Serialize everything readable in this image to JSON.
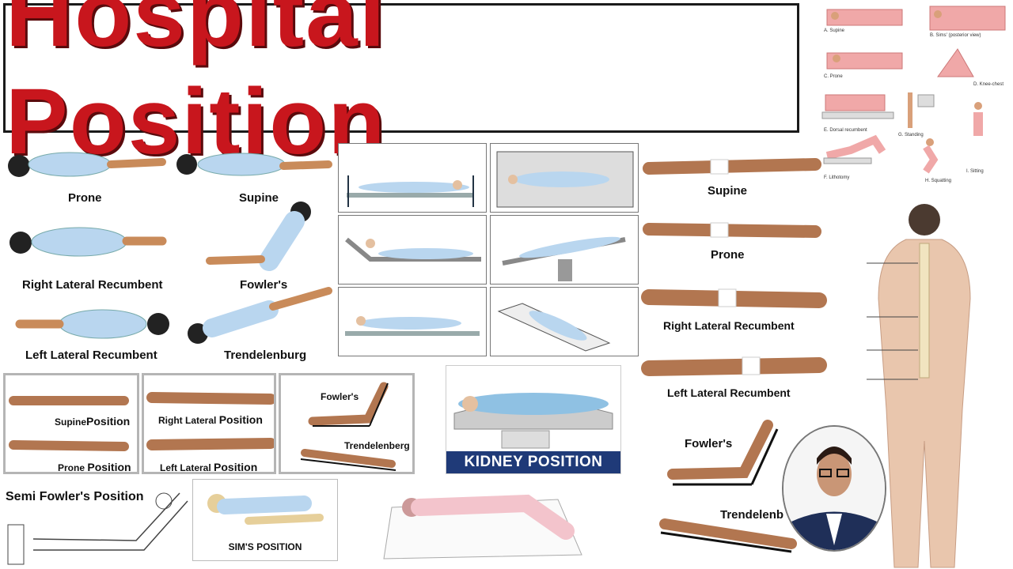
{
  "title": "Hospital Position",
  "left_grid": {
    "prone": "Prone",
    "supine": "Supine",
    "right_lateral": "Right Lateral Recumbent",
    "fowlers": "Fowler's",
    "left_lateral": "Left Lateral Recumbent",
    "trendelenburg": "Trendelenburg"
  },
  "right_column": {
    "supine": "Supine",
    "prone": "Prone",
    "right_lateral": "Right Lateral Recumbent",
    "left_lateral": "Left Lateral Recumbent",
    "fowlers": "Fowler's",
    "trendelenburg": "Trendelenb"
  },
  "bottom_panels": {
    "supine_a": "Supine",
    "supine_b": "Position",
    "prone_a": "Prone",
    "prone_b": "Position",
    "right_lateral_a": "Right Lateral",
    "right_lateral_b": "Position",
    "left_lateral_a": "Left Lateral",
    "left_lateral_b": "Position",
    "fowlers": "Fowler's",
    "trendelenberg": "Trendelenberg"
  },
  "kidney": "KIDNEY POSITION",
  "semi_fowlers": "Semi Fowler's Position",
  "sims": "SIM'S POSITION",
  "top_right_diagram": {
    "a": "A. Supine",
    "b": "B. Sims' (posterior view)",
    "c": "C. Prone",
    "d": "D. Knee-chest",
    "e": "E. Dorsal recumbent",
    "f": "F. Lithotomy",
    "g": "G. Standing",
    "h": "H. Squatting",
    "i": "I. Sitting"
  },
  "colors": {
    "title_red": "#c8161d",
    "gown_blue": "#b9d6ef",
    "skin_tan": "#c98b5a",
    "banner_navy": "#1f3a78",
    "sheet_pink": "#f0a8a8"
  }
}
